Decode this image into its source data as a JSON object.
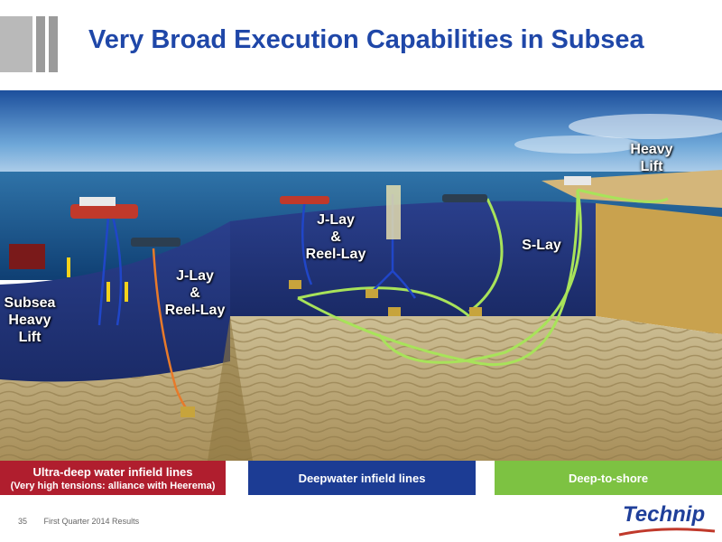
{
  "title": "Very Broad Execution Capabilities in Subsea",
  "labels": {
    "subsea_heavy_lift": [
      "Subsea",
      "Heavy",
      "Lift"
    ],
    "jlay_left": [
      "J-Lay",
      "&",
      "Reel-Lay"
    ],
    "jlay_mid": [
      "J-Lay",
      "&",
      "Reel-Lay"
    ],
    "slay": "S-Lay",
    "heavy_lift": [
      "Heavy",
      "Lift"
    ]
  },
  "bars": {
    "ultra_main": "Ultra-deep water infield lines",
    "ultra_sub": "(Very high tensions: alliance with Heerema)",
    "deepwater": "Deepwater infield lines",
    "deep_to_shore": "Deep-to-shore"
  },
  "footer": {
    "page": "35",
    "text": "First Quarter 2014 Results"
  },
  "logo": "Technip",
  "colors": {
    "title": "#1f47a8",
    "ultra": "#b01e2e",
    "deepwater": "#1c3c94",
    "shore": "#7dc242"
  }
}
